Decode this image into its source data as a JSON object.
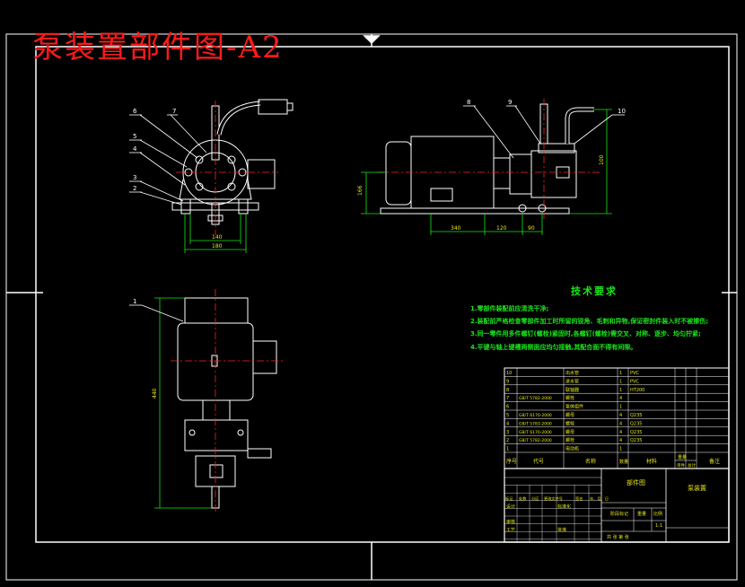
{
  "title": "泵装置部件图-A2",
  "technical_requirements": {
    "heading": "技术要求",
    "items": [
      "1.零部件装配前应清洗干净;",
      "2.装配前严格检查零部件加工时所留的锐角、毛刺和异物,保证密封件装入时不被擦伤;",
      "3.同一零件用多件螺钉(螺栓)紧固时,各螺钉(螺栓)需交叉、对称、逐步、均匀拧紧;",
      "4.平键与轴上键槽两侧面应均匀接触,其配合面不得有间隙。"
    ]
  },
  "balloons": [
    "1",
    "2",
    "3",
    "4",
    "5",
    "6",
    "7",
    "8",
    "9",
    "10"
  ],
  "dimensions": {
    "front_width_inner": "140",
    "front_width_outer": "180",
    "side_height": "166",
    "side_base_1": "340",
    "side_base_2": "120",
    "side_base_3": "90",
    "side_right_height": "100",
    "plan_height": "440"
  },
  "bom": {
    "headers": [
      "序号",
      "代号",
      "名称",
      "数量",
      "材料",
      "单件",
      "总计",
      "备注"
    ],
    "weight_label": "重量",
    "rows": [
      [
        "10",
        "",
        "出水管",
        "1",
        "PVC"
      ],
      [
        "9",
        "",
        "进水管",
        "1",
        "PVC"
      ],
      [
        "8",
        "",
        "联轴器",
        "1",
        "HT200"
      ],
      [
        "7",
        "GB/T 5782-2000",
        "螺栓",
        "4",
        ""
      ],
      [
        "6",
        "",
        "泵体组件",
        "1",
        ""
      ],
      [
        "5",
        "GB/T 6170-2000",
        "螺母",
        "4",
        "Q235"
      ],
      [
        "4",
        "GB/T 5783-2000",
        "螺栓",
        "4",
        "Q235"
      ],
      [
        "3",
        "GB/T 6170-2000",
        "螺母",
        "4",
        "Q235"
      ],
      [
        "2",
        "GB/T 5782-2000",
        "螺栓",
        "4",
        "Q235"
      ],
      [
        "1",
        "",
        "电动机",
        "1",
        ""
      ]
    ]
  },
  "title_block": {
    "drawing_name": "部件图",
    "product": "泵装置",
    "sign_labels": [
      "标记",
      "处数",
      "分区",
      "更改文件号",
      "签名",
      "年、月、日"
    ],
    "roles": [
      "设计",
      "审核",
      "工艺"
    ],
    "std_label": "标准化",
    "approve_label": "批准",
    "stage_label": "阶段标记",
    "weight_label": "重量",
    "scale_label": "比例",
    "scale_value": "1:1",
    "sheet_text": "共 张 第 张"
  },
  "colors": {
    "background": "#000000",
    "outline": "#ffffff",
    "title_red": "#ff1a1a",
    "requirement_green": "#19e619",
    "table_yellow": "#e6e619",
    "dimension_green": "#19e619",
    "centerline_red": "#ff2020"
  }
}
